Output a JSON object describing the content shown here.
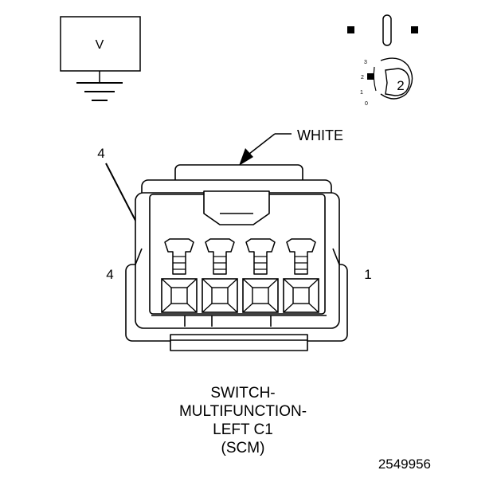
{
  "meter": {
    "symbol": "V"
  },
  "indicator": {
    "scale": [
      "3",
      "2",
      "1",
      "0"
    ],
    "selected": "2"
  },
  "connector": {
    "wire_color_label": "WHITE",
    "callout_pin": "4",
    "side_label_left": "4",
    "side_label_right": "1",
    "cavity_count": 4
  },
  "caption": {
    "line1": "SWITCH-",
    "line2": "MULTIFUNCTION-",
    "line3": "LEFT C1",
    "line4": "(SCM)"
  },
  "figure_id": "2549956"
}
